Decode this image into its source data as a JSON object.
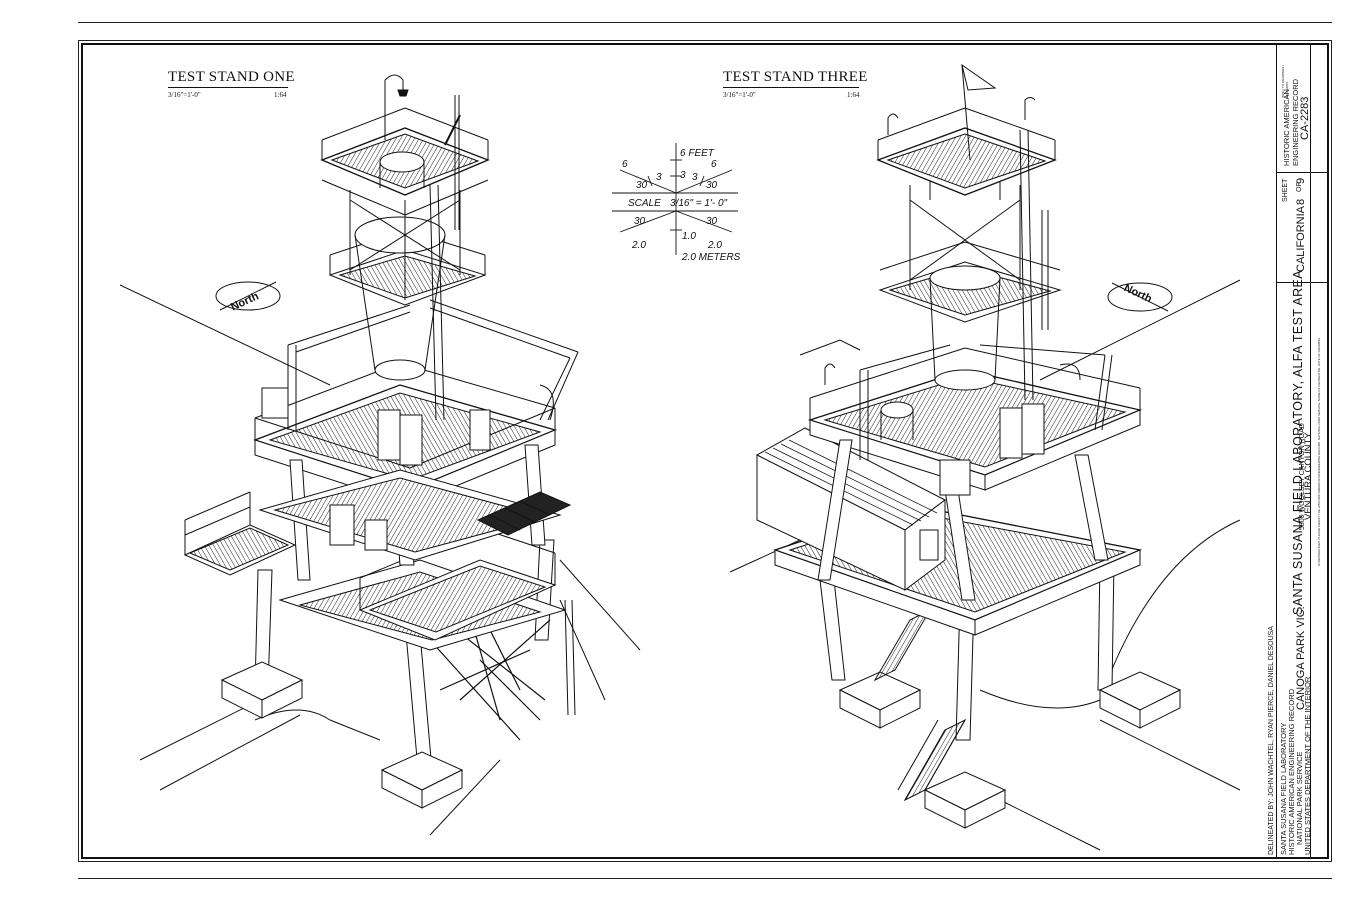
{
  "drawing_titles": {
    "left": {
      "title": "TEST STAND ONE",
      "scale_ratio": "3/16\"=1'-0\"",
      "scale_fraction": "1:64"
    },
    "right": {
      "title": "TEST STAND THREE",
      "scale_ratio": "3/16\"=1'-0\"",
      "scale_fraction": "1:64"
    }
  },
  "scale_graphic": {
    "feet_label": "6 FEET",
    "meters_label": "2.0 METERS",
    "scale_caption": "SCALE",
    "scale_value": "3/16\" = 1'- 0\"",
    "upper_numbers": [
      "6",
      "3",
      "3",
      "6",
      "30",
      "30"
    ],
    "lower_numbers": [
      "30",
      "30",
      "1.0",
      "2.0",
      "2.0"
    ]
  },
  "north_arrows": {
    "label": "North"
  },
  "credits": {
    "delineated": "DELINEATED BY:  JOHN WACHTEL, RYAN PIERCE, DANIEL DESOUSA",
    "lines": [
      "SANTA SUSANA FIELD LABORATORY",
      "HISTORIC AMERICAN ENGINEERING RECORD",
      "NATIONAL PARK SERVICE",
      "UNITED STATES DEPARTMENT OF THE INTERIOR"
    ]
  },
  "title_block": {
    "project": "SANTA SUSANA FIELD LABORATORY, ALFA TEST AREA",
    "address": "5800 WOOLSEY CANYON ROAD",
    "county": "VENTURA COUNTY",
    "city": "CANOGA PARK VIC.",
    "state": "CALIFORNIA",
    "sheet_label": "SHEET",
    "sheet_number": "8",
    "sheet_of": "OF",
    "sheet_total": "9",
    "agency": "HISTORIC AMERICAN ENGINEERING RECORD",
    "record_number": "CA-2283",
    "fine_print": "IF REPRODUCED, PLEASE CREDIT THE HISTORIC AMERICAN ENGINEERING RECORD, NATIONAL PARK SERVICE, NAME OF DELINEATOR, DATE OF DRAWING",
    "index_note": "INDEX TO DRAWINGS / REVISIONS"
  }
}
